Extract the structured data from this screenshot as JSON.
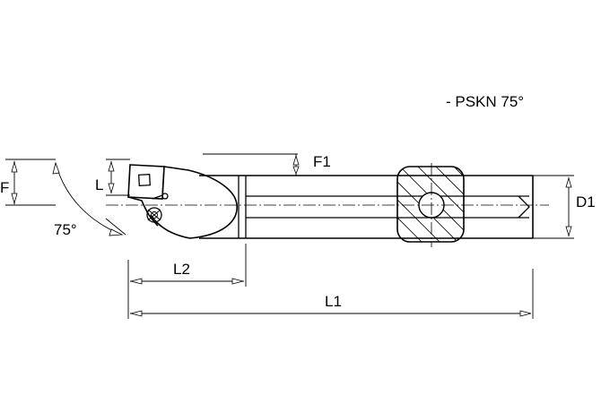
{
  "title": "- PSKN 75°",
  "dimensions": {
    "F": "F",
    "L": "L",
    "F1": "F1",
    "D1": "D1",
    "L1": "L1",
    "L2": "L2",
    "angle": "75°"
  }
}
